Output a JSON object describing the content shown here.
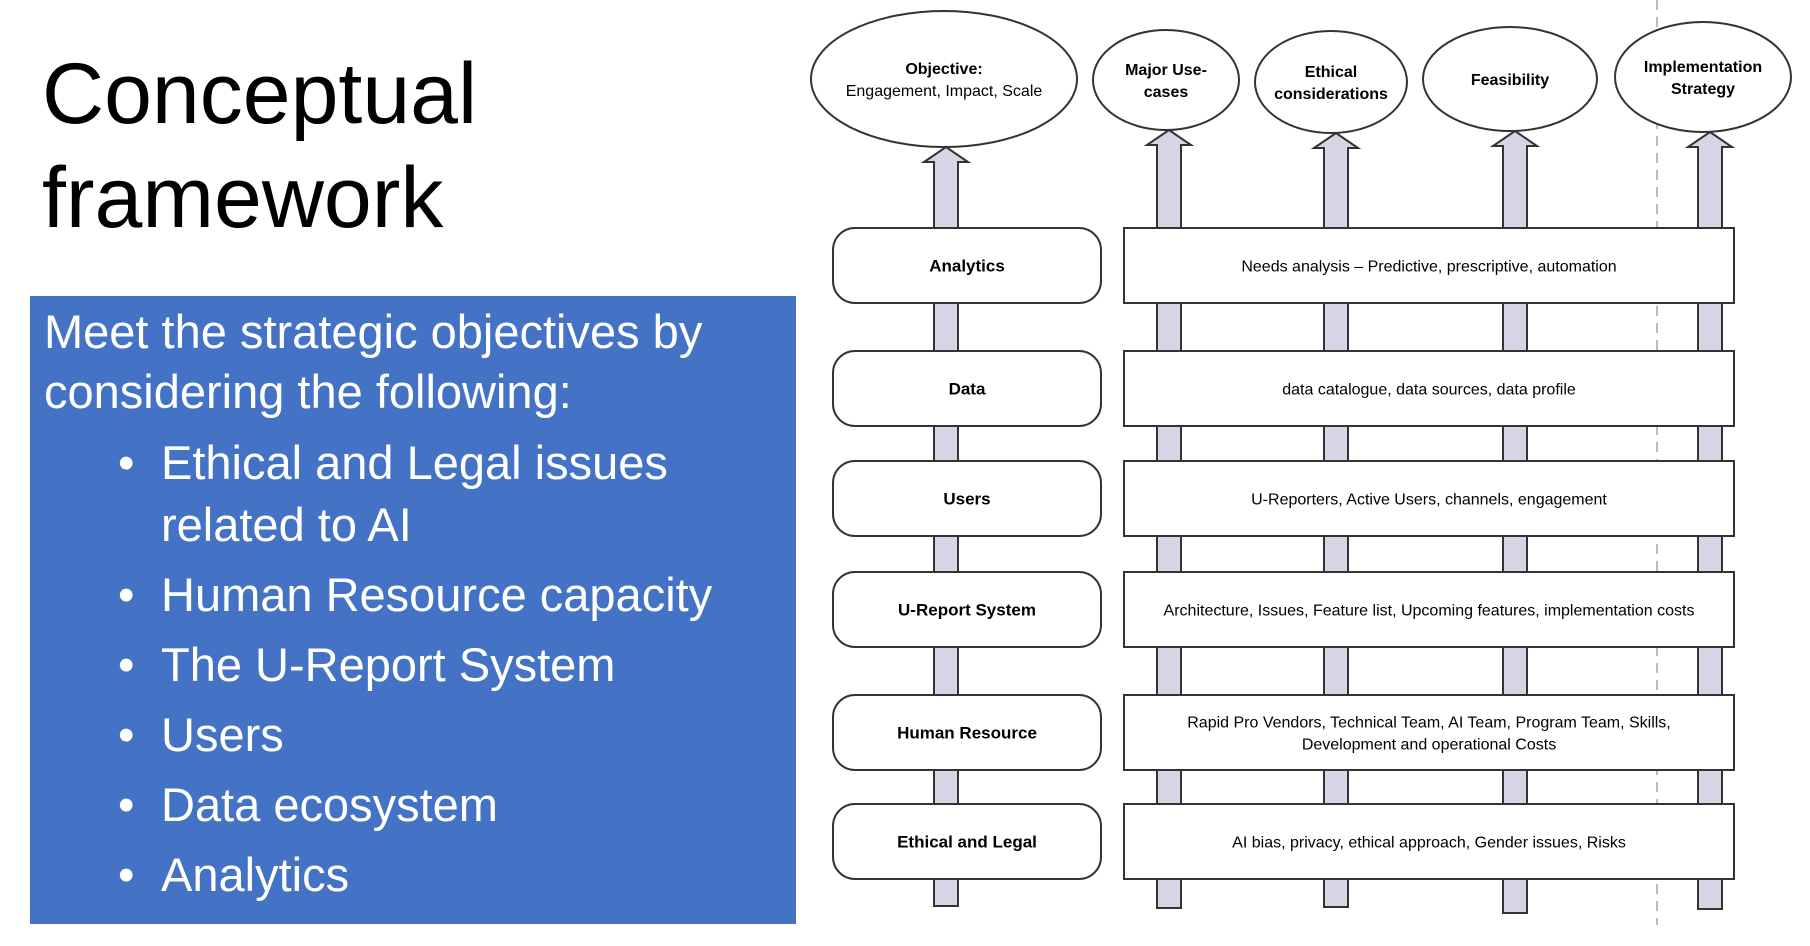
{
  "slide": {
    "title_line1": "Conceptual",
    "title_line2": "framework"
  },
  "panel": {
    "intro": "Meet the strategic objectives by considering the following:",
    "bullets": [
      "Ethical and Legal issues related to AI",
      "Human Resource capacity",
      "The U-Report System",
      "Users",
      "Data ecosystem",
      "Analytics"
    ]
  },
  "diagram": {
    "goals": [
      {
        "lines": [
          "Objective:",
          "Engagement, Impact, Scale"
        ]
      },
      {
        "lines": [
          "Major Use-",
          "cases"
        ]
      },
      {
        "lines": [
          "Ethical",
          "considerations"
        ]
      },
      {
        "lines": [
          "Feasibility"
        ]
      },
      {
        "lines": [
          "Implementation",
          "Strategy"
        ]
      }
    ],
    "layers": [
      {
        "label": "Analytics",
        "detail": [
          "Needs analysis – Predictive, prescriptive, automation"
        ]
      },
      {
        "label": "Data",
        "detail": [
          "data catalogue, data sources, data profile"
        ]
      },
      {
        "label": "Users",
        "detail": [
          "U-Reporters, Active Users, channels, engagement"
        ]
      },
      {
        "label": "U-Report System",
        "detail": [
          "Architecture, Issues, Feature list, Upcoming features, implementation costs"
        ]
      },
      {
        "label": "Human Resource",
        "detail": [
          "Rapid Pro Vendors, Technical Team, AI Team, Program Team, Skills,",
          "Development and operational Costs"
        ]
      },
      {
        "label": "Ethical and Legal",
        "detail": [
          "AI bias, privacy, ethical approach, Gender issues, Risks"
        ]
      }
    ],
    "colors": {
      "arrow_fill": "#d9d3e6",
      "stroke": "#333333",
      "panel": "#4472c4"
    }
  }
}
